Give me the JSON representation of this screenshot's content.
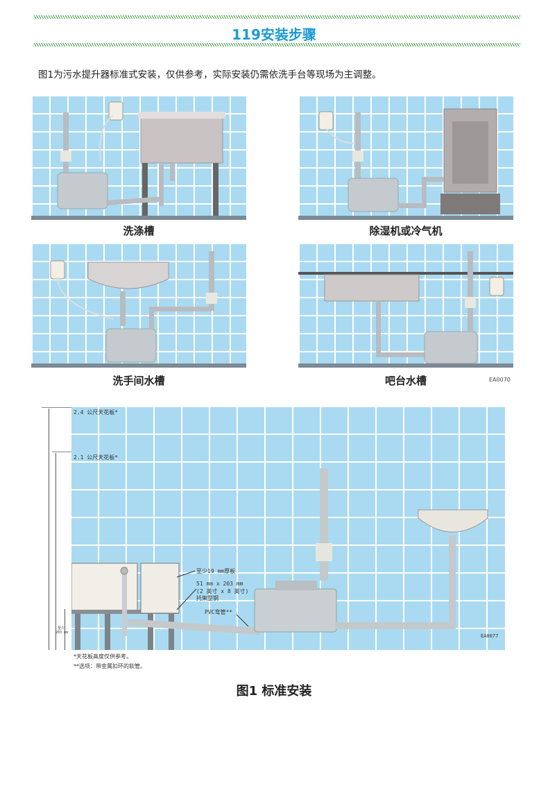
{
  "header": {
    "title": "119安装步骤"
  },
  "intro": "图1为污水提升器标准式安装，仅供参考，实际安装仍需依洗手台等现场为主调整。",
  "panels": [
    {
      "caption": "洗涤槽"
    },
    {
      "caption": "除湿机或冷气机"
    },
    {
      "caption": "洗手间水槽"
    },
    {
      "caption": "吧台水槽"
    }
  ],
  "panels_code": "EA0070",
  "diagram": {
    "ceiling_24": "2.4 公尺天花板*",
    "ceiling_21": "2.1 公尺天花板*",
    "min_board": "至少19 mm厚板",
    "beam_1": "51 mm x 203 mm",
    "beam_2": "(2 英寸 x 8 英寸)",
    "beam_3": "托架型钢",
    "pvc": "PVC弯管**",
    "min_height_1": "至少",
    "min_height_2": "203 mm",
    "code": "EA0077",
    "note1": "*天花板高度仅供参考。",
    "note2": "**选项：带金属扣环的软管。"
  },
  "figure_caption": "图1  标准安装"
}
